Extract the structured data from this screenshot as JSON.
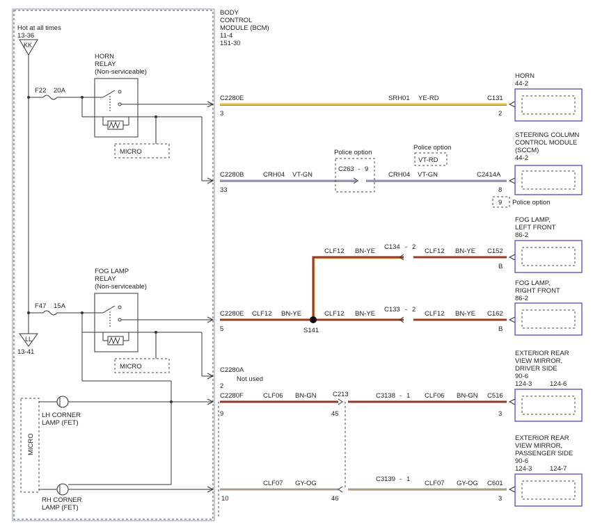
{
  "bcm": {
    "title": [
      "BODY",
      "CONTROL",
      "MODULE (BCM)",
      "11-4",
      "151-30"
    ]
  },
  "power": {
    "hot_label": "Hot at all times",
    "hot_ref": "13-36",
    "kk": "KK",
    "ground_id": "LL",
    "ground_ref": "13-41"
  },
  "fuses": {
    "f22": {
      "name": "F22",
      "amps": "20A"
    },
    "f47": {
      "name": "F47",
      "amps": "15A"
    }
  },
  "horn_relay": {
    "lines": [
      "HORN",
      "RELAY",
      "(Non-serviceable)"
    ]
  },
  "fog_relay": {
    "lines": [
      "FOG LAMP",
      "RELAY",
      "(Non-serviceable)"
    ]
  },
  "micro_label": "MICRO",
  "corner_lamps": {
    "lh": [
      "LH CORNER",
      "LAMP (FET)"
    ],
    "rh": [
      "RH CORNER",
      "LAMP (FET)"
    ]
  },
  "bcm_pins": {
    "c2280e_horn": {
      "conn": "C2280E",
      "pin": "3"
    },
    "c2280b": {
      "conn": "C2280B",
      "pin": "33"
    },
    "c2280e_fog": {
      "conn": "C2280E",
      "pin": "5"
    },
    "c2280a": {
      "conn": "C2280A",
      "pin": "2",
      "note": "Not used"
    },
    "c2280f": {
      "conn": "C2280F",
      "pin": "9"
    },
    "pin10": "10"
  },
  "wires": {
    "horn": {
      "circuit": "SRH01",
      "color": "YE-RD",
      "color_hex": "#e6c43c"
    },
    "sccm_a": {
      "circuit": "CRH04",
      "color": "VT-GN",
      "color_hex": "#a490b8"
    },
    "sccm_b": {
      "circuit": "CRH04",
      "color": "VT-GN"
    },
    "fog_bcm": {
      "circuit": "CLF12",
      "color": "BN-YE",
      "color_hex": "#9b3a1e"
    },
    "fog_rf_a": {
      "circuit": "CLF12",
      "color": "BN-YE"
    },
    "fog_rf_b": {
      "circuit": "CLF12",
      "color": "BN-YE"
    },
    "fog_lf_a": {
      "circuit": "CLF12",
      "color": "BN-YE"
    },
    "fog_lf_b": {
      "circuit": "CLF12",
      "color": "BN-YE"
    },
    "mirror_drv_a": {
      "circuit": "CLF06",
      "color": "BN-GN",
      "color_hex": "#8a3a28"
    },
    "mirror_drv_b": {
      "circuit": "CLF06",
      "color": "BN-GN"
    },
    "mirror_pass_a": {
      "circuit": "CLF07",
      "color": "GY-OG",
      "color_hex": "#a89c8c"
    },
    "mirror_pass_b": {
      "circuit": "CLF07",
      "color": "GY-OG"
    }
  },
  "inline": {
    "police_option": "Police option",
    "c263": "C263",
    "c263_pin": "9",
    "vtrd_option": "VT-RD",
    "c134": "C134",
    "c134_pin": "2",
    "c133": "C133",
    "c133_pin": "2",
    "c213": "C213",
    "c213_pin_a": "45",
    "c213_pin_b": "46",
    "c3138": "C3138",
    "c3138_pin": "1",
    "c3139": "C3139",
    "c3139_pin": "1",
    "splice": "S141"
  },
  "components": {
    "horn": {
      "lines": [
        "HORN",
        "44-2"
      ],
      "conn": "C131",
      "pin": "2"
    },
    "sccm": {
      "lines": [
        "STEERING COLUMN",
        "CONTROL MODULE",
        "(SCCM)",
        "44-2"
      ],
      "conn": "C2414A",
      "pin": "8",
      "option_pin": "9",
      "option_text": "Police option"
    },
    "fog_lf": {
      "lines": [
        "FOG LAMP,",
        "LEFT FRONT",
        "86-2"
      ],
      "conn": "C152",
      "pin": "B"
    },
    "fog_rf": {
      "lines": [
        "FOG LAMP,",
        "RIGHT FRONT",
        "86-2"
      ],
      "conn": "C162",
      "pin": "B"
    },
    "mirror_drv": {
      "lines": [
        "EXTERIOR REAR",
        "VIEW MIRROR,",
        "DRIVER SIDE",
        "90-6"
      ],
      "refs": [
        "124-3",
        "124-6"
      ],
      "conn": "C516",
      "pin": "3"
    },
    "mirror_pass": {
      "lines": [
        "EXTERIOR REAR",
        "VIEW MIRROR,",
        "PASSENGER SIDE",
        "90-6"
      ],
      "refs": [
        "124-3",
        "124-7"
      ],
      "conn": "C601",
      "pin": "3"
    }
  },
  "colors": {
    "component_border": "#3c3cbe",
    "dash": "#555555",
    "wire": "#333333"
  }
}
